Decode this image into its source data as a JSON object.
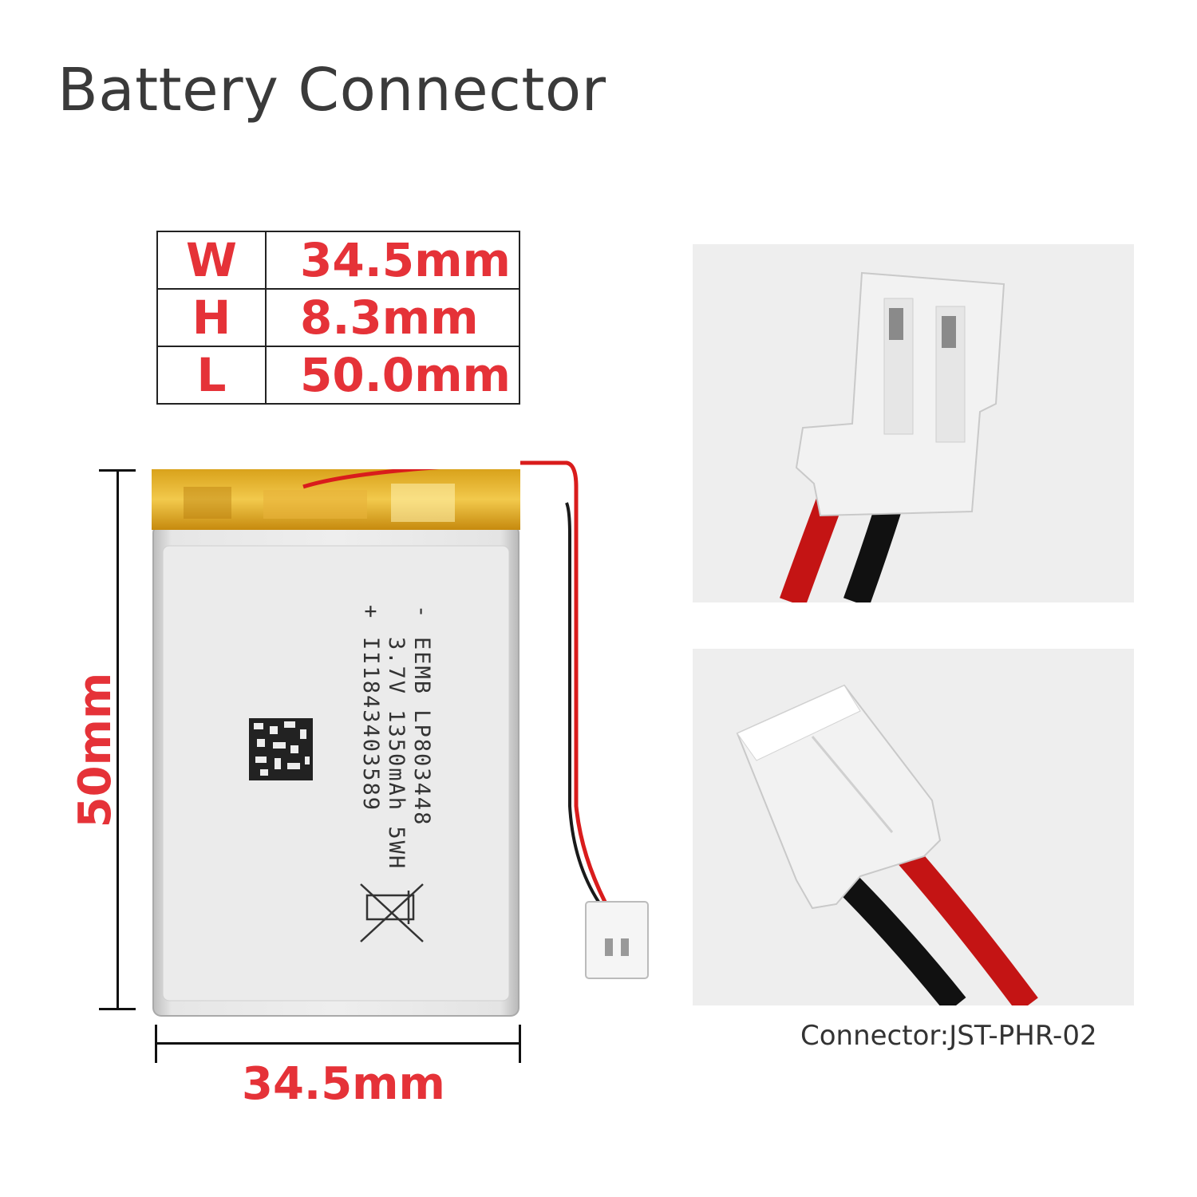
{
  "title": "Battery Connector",
  "specs": [
    {
      "key": "W",
      "value": "34.5mm"
    },
    {
      "key": "H",
      "value": "8.3mm"
    },
    {
      "key": "L",
      "value": "50.0mm"
    }
  ],
  "dimensions": {
    "height_label": "50mm",
    "width_label": "34.5mm"
  },
  "battery_label": {
    "minus": "-",
    "plus": "+",
    "line1": "EEMB LP803448",
    "line2": "3.7V 1350mAh 5WH",
    "line3": "II1843403589"
  },
  "connector_caption": "Connector:JST-PHR-02",
  "colors": {
    "accent": "#e53238",
    "text": "#3a3a3a"
  }
}
